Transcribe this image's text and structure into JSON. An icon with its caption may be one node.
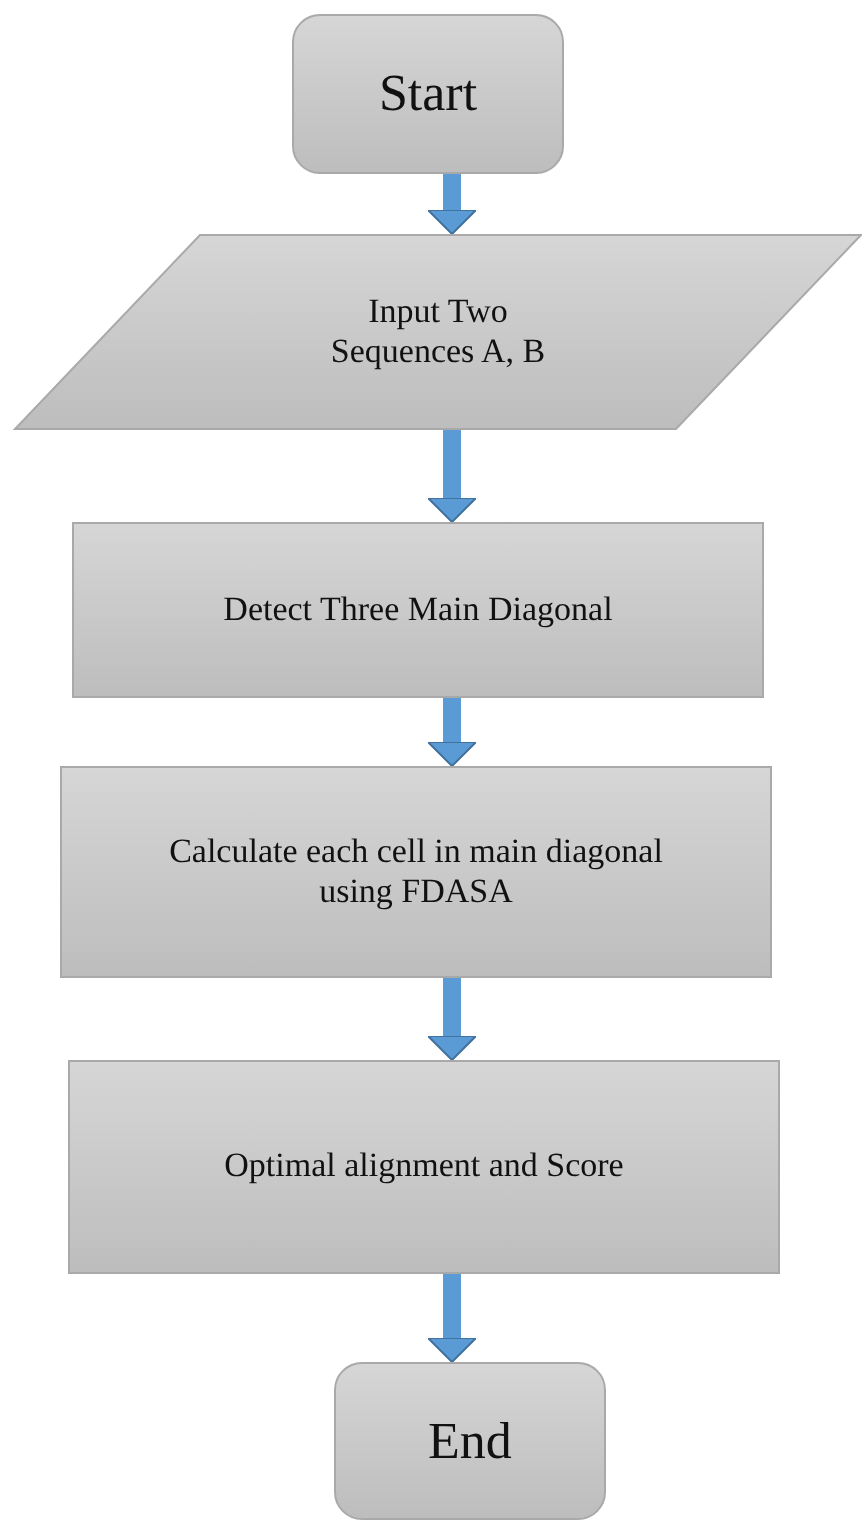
{
  "diagram": {
    "nodes": [
      {
        "text": [
          "Start"
        ]
      },
      {
        "text": [
          "Input Two Sequences A, B"
        ]
      },
      {
        "text": [
          "Detect Three Main Diagonal"
        ]
      },
      {
        "text": [
          "Calculate each cell in main diagonal using FDASA"
        ]
      },
      {
        "text": [
          "Optimal alignment and Score"
        ]
      },
      {
        "text": [
          "End"
        ]
      }
    ],
    "edges": [
      {
        "from": 0,
        "to": 1,
        "arrow": "to"
      },
      {
        "from": 1,
        "to": 2,
        "arrow": "to"
      },
      {
        "from": 2,
        "to": 3,
        "arrow": "to"
      },
      {
        "from": 3,
        "to": 4,
        "arrow": "to"
      },
      {
        "from": 4,
        "to": 5,
        "arrow": "to"
      }
    ]
  }
}
